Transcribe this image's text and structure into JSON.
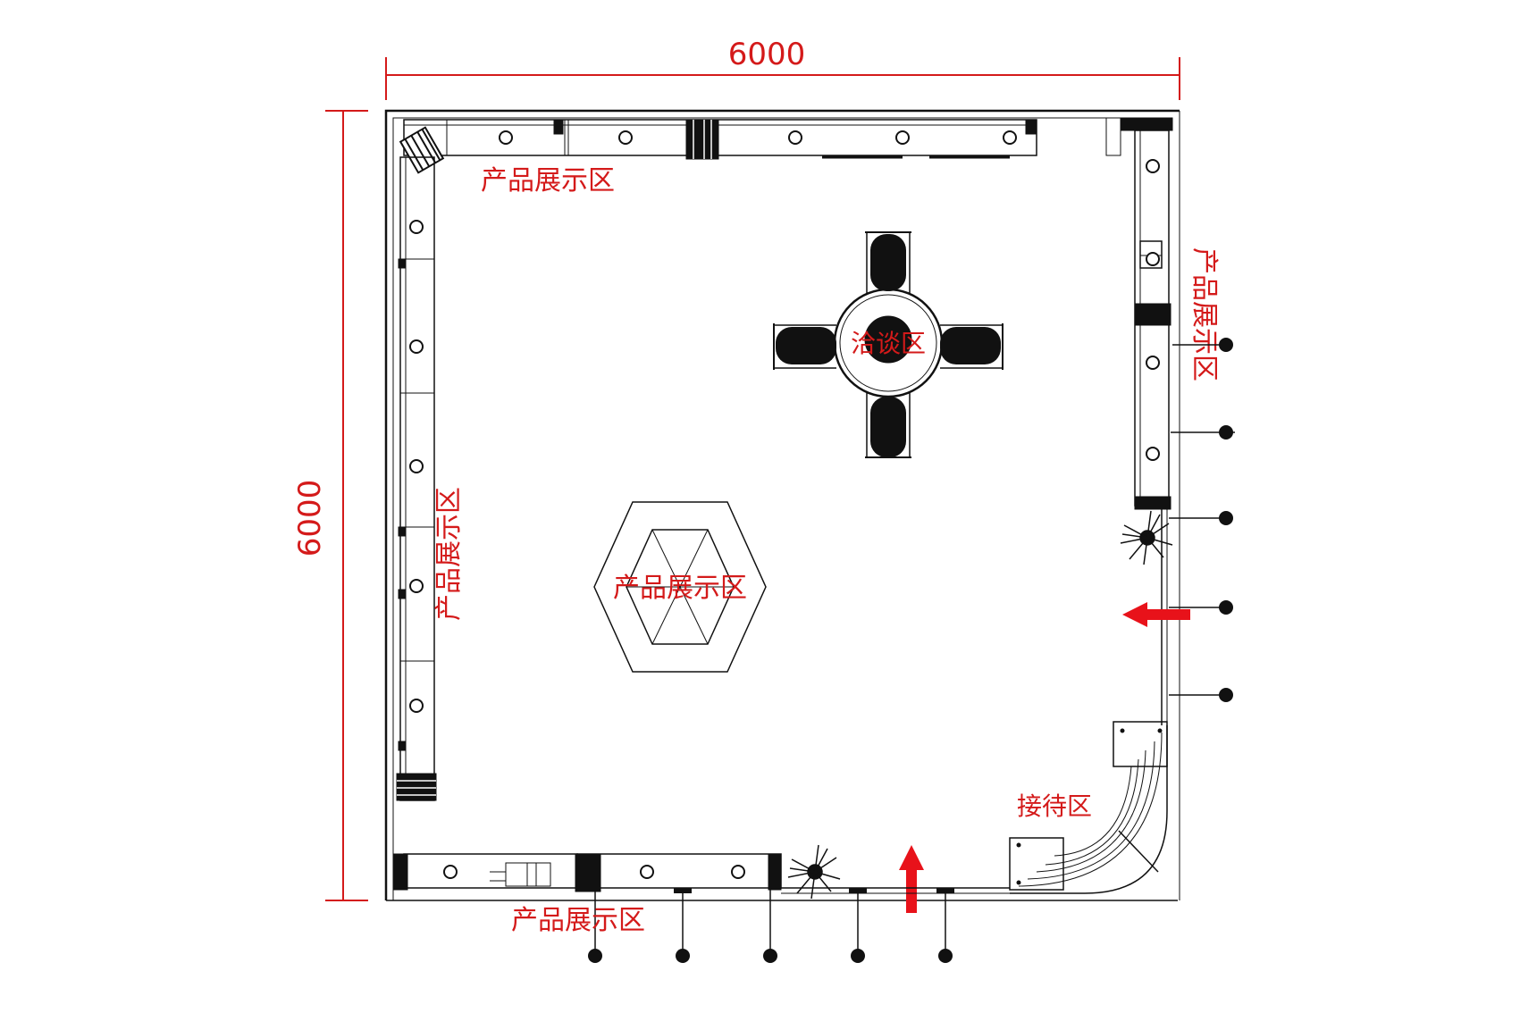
{
  "dimensions": {
    "width_label": "6000",
    "height_label": "6000"
  },
  "zones": {
    "top_display": "产品展示区",
    "right_display": "产品展示区",
    "left_display": "产品展示区",
    "bottom_display": "产品展示区",
    "center_display": "产品展示区",
    "negotiation": "洽谈区",
    "reception": "接待区"
  },
  "colors": {
    "annotation": "#d41a1a",
    "linework": "#111111",
    "entrance_arrow": "#e8121a"
  }
}
